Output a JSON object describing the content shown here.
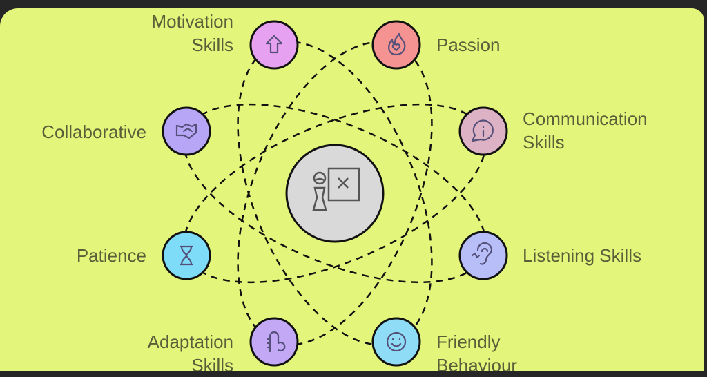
{
  "center": {
    "icon": "teacher-board-icon",
    "color": "#d9d9d9"
  },
  "nodes": [
    {
      "label": "Motivation Skills",
      "line1": "Motivation",
      "line2": "Skills",
      "icon": "arrow-up-icon",
      "color": "#e6a1f0"
    },
    {
      "label": "Passion",
      "line1": "Passion",
      "icon": "flame-heart-icon",
      "color": "#f59292"
    },
    {
      "label": "Collaborative",
      "line1": "Collaborative",
      "icon": "handshake-icon",
      "color": "#b7a6f5"
    },
    {
      "label": "Communication Skills",
      "line1": "Communication",
      "line2": "Skills",
      "icon": "info-speech-bubble-icon",
      "color": "#dcb2c4"
    },
    {
      "label": "Patience",
      "line1": "Patience",
      "icon": "hourglass-icon",
      "color": "#7fdcf8"
    },
    {
      "label": "Listening Skills",
      "line1": "Listening Skills",
      "icon": "ear-icon",
      "color": "#b8bff8"
    },
    {
      "label": "Adaptation Skills",
      "line1": "Adaptation",
      "line2": "Skills",
      "icon": "chameleon-icon",
      "color": "#c2a8f5"
    },
    {
      "label": "Friendly Behaviour",
      "line1": "Friendly",
      "line2": "Behaviour",
      "icon": "smiley-icon",
      "color": "#8fdcf7"
    }
  ]
}
